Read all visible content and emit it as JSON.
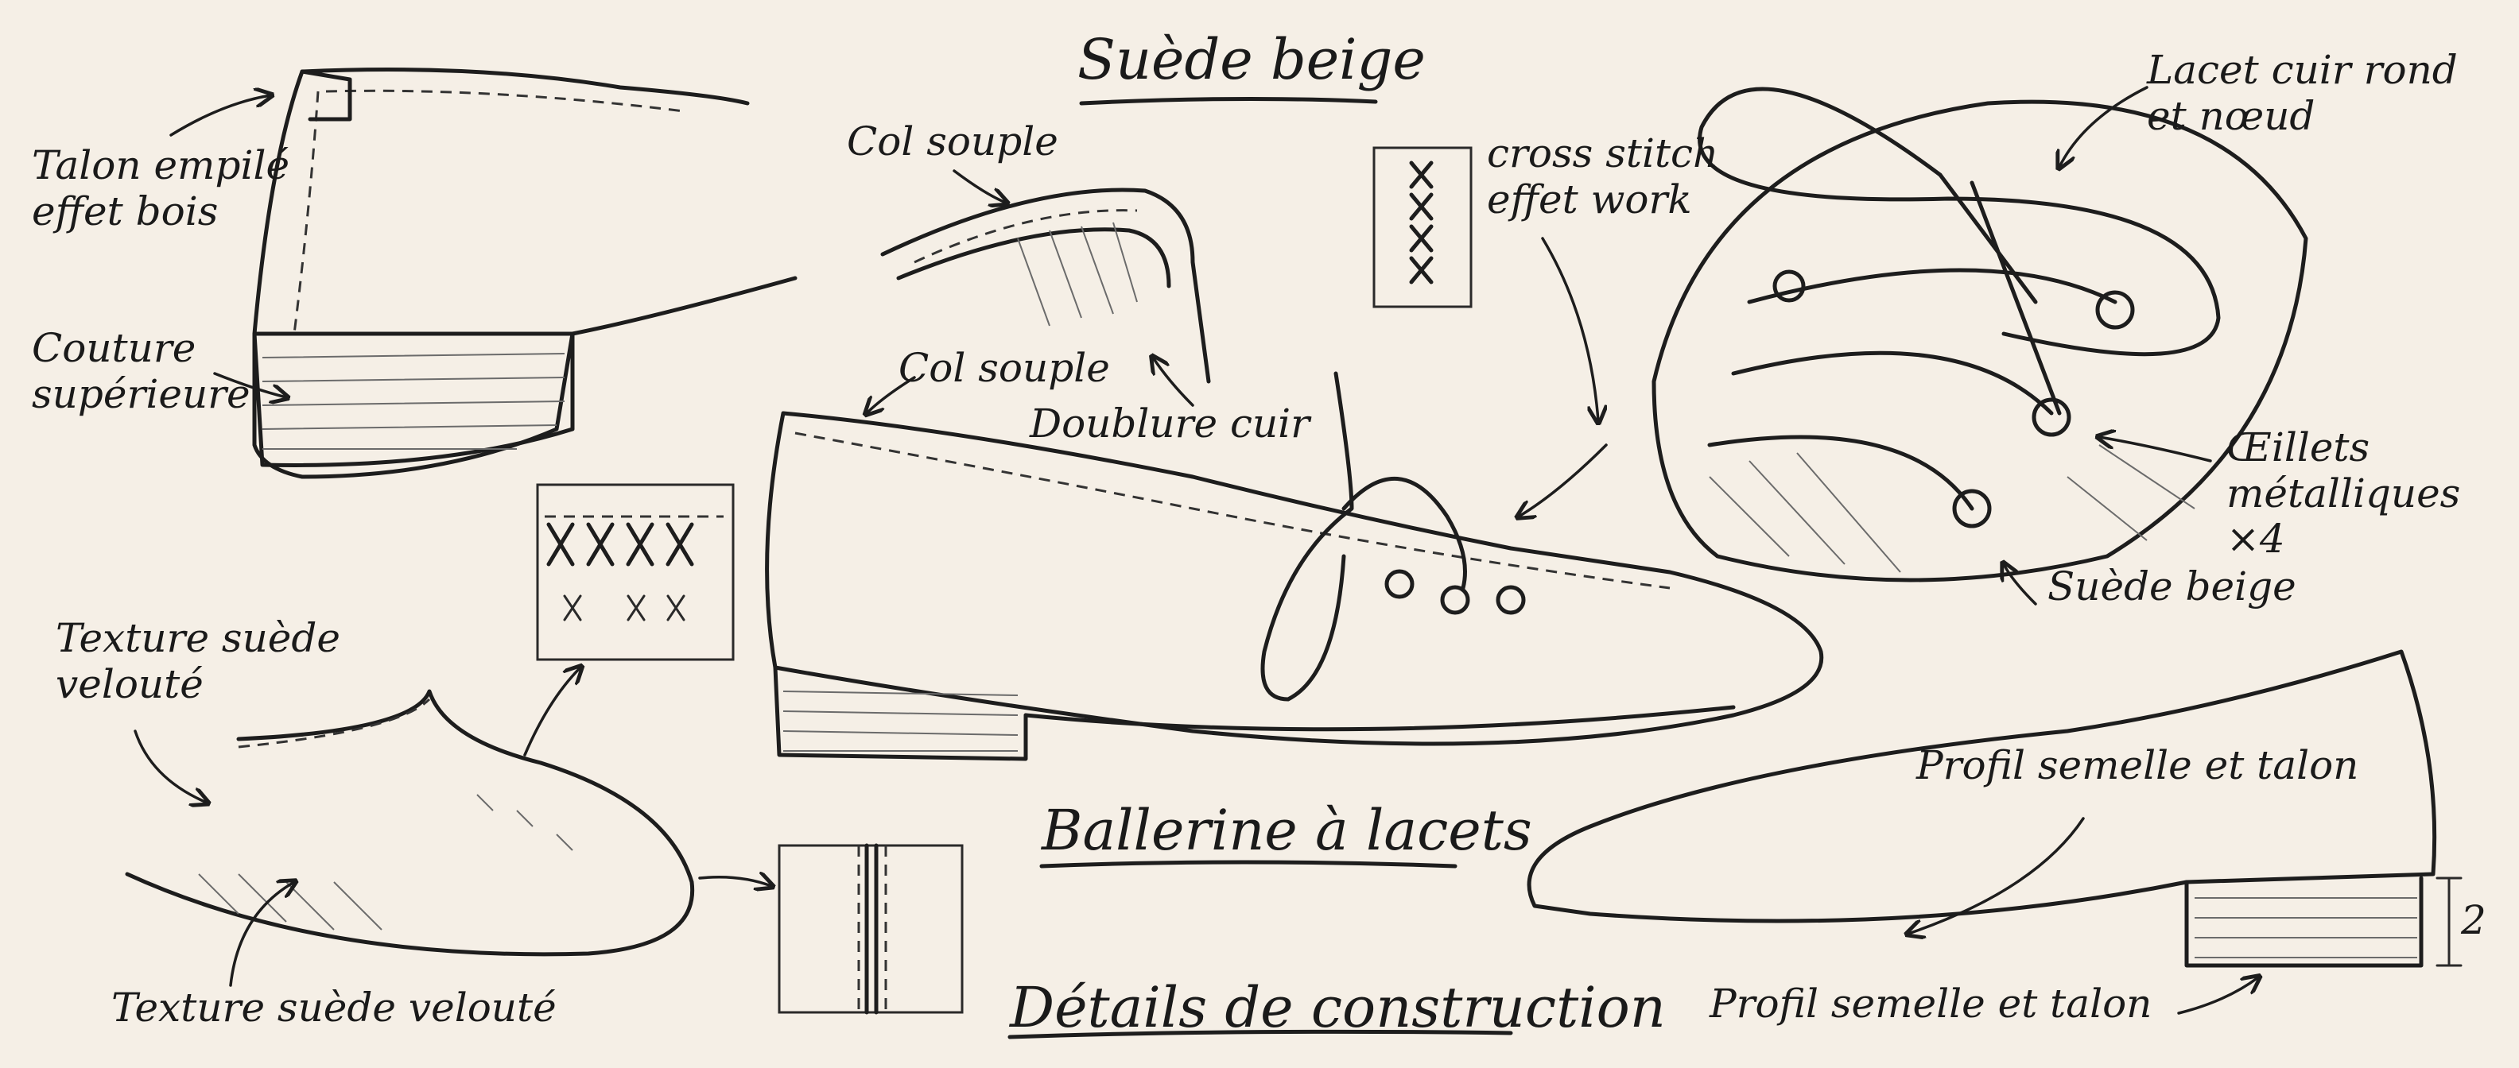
{
  "labels": {
    "title_suede": "Suède beige",
    "talon_empile": "Talon empilé\neffet bois",
    "couture_superieure": "Couture\nsupérieure",
    "col_souple_top": "Col souple",
    "cross_stitch": "cross stitch\neffet work",
    "lacet": "Lacet cuir rond\net nœud",
    "col_souple_mid": "Col souple",
    "doublure": "Doublure cuir",
    "oeillets": "Œillets\nmétalliques ×4",
    "suede_beige_right": "Suède beige",
    "texture_top": "Texture suède\nvelouté",
    "ballerine": "Ballerine à lacets",
    "profil_upper": "Profil semelle et talon",
    "texture_bottom": "Texture suède velouté",
    "details": "Détails de construction",
    "profil_lower": "Profil semelle et talon",
    "heel_height": "2"
  },
  "colors": {
    "ink": "#1d1d1d",
    "paper": "#f5efe6"
  }
}
